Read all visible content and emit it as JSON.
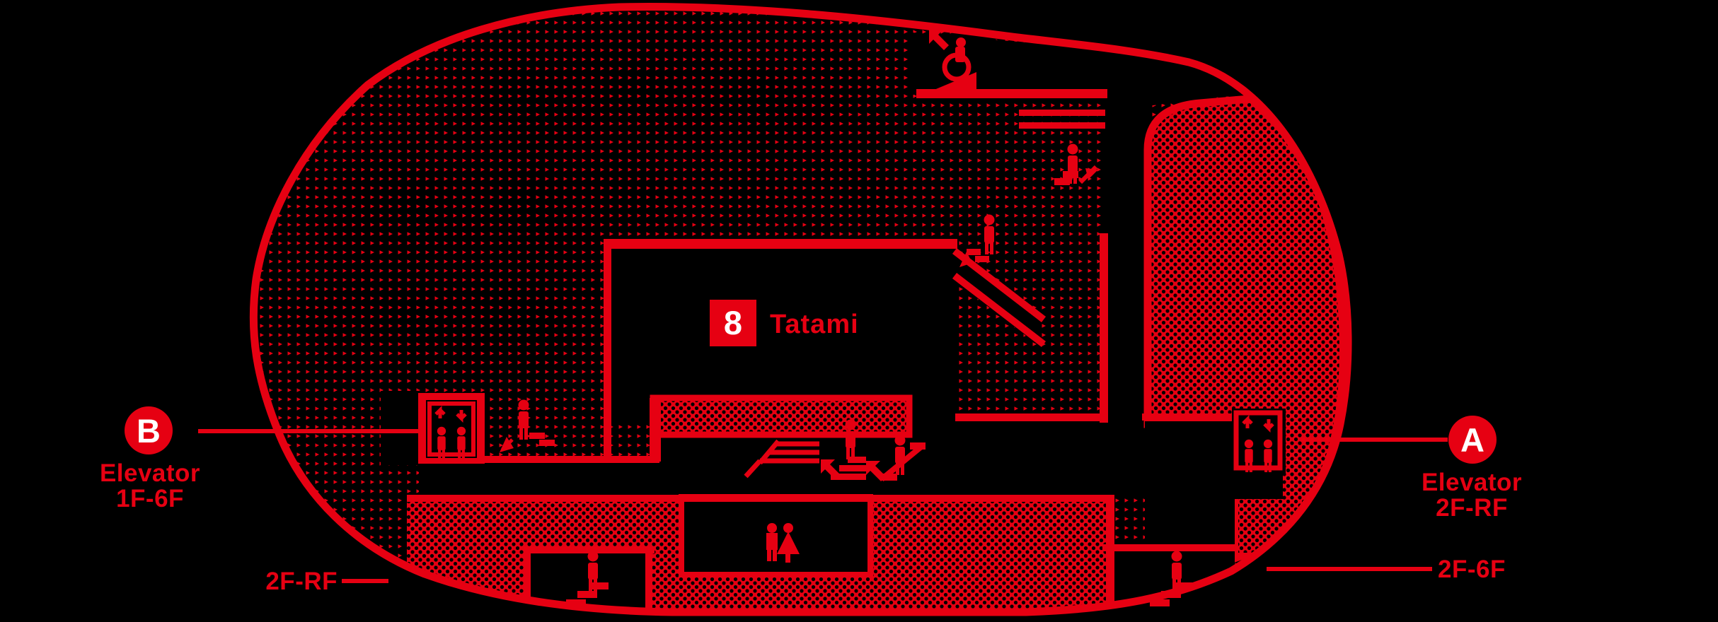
{
  "map": {
    "title": "floor-plan-2F",
    "floor_shape": "rounded-organic-blob",
    "colors": {
      "accent": "#e60012",
      "background": "#000000",
      "label_text": "#ffffff"
    },
    "room_marker": {
      "number": "8",
      "name": "Tatami"
    },
    "elevator_b": {
      "letter": "B",
      "label": "Elevator",
      "floors": "1F-6F"
    },
    "elevator_a": {
      "letter": "A",
      "label": "Elevator",
      "floors": "2F-RF"
    },
    "stairs_label_left": "2F-RF",
    "stairs_label_right": "2F-6F",
    "icons": [
      "wheelchair-ramp-icon",
      "escalator-down-icon",
      "stairs-down-icon",
      "elevator-icon-b",
      "elevator-icon-a",
      "stairs-icon-near-elevator-b",
      "stairs-plan-lines-icon",
      "stairs-up-icon",
      "escalator-up-icon",
      "restroom-icon",
      "stairwell-person-icon-left",
      "stairwell-person-icon-right"
    ]
  }
}
